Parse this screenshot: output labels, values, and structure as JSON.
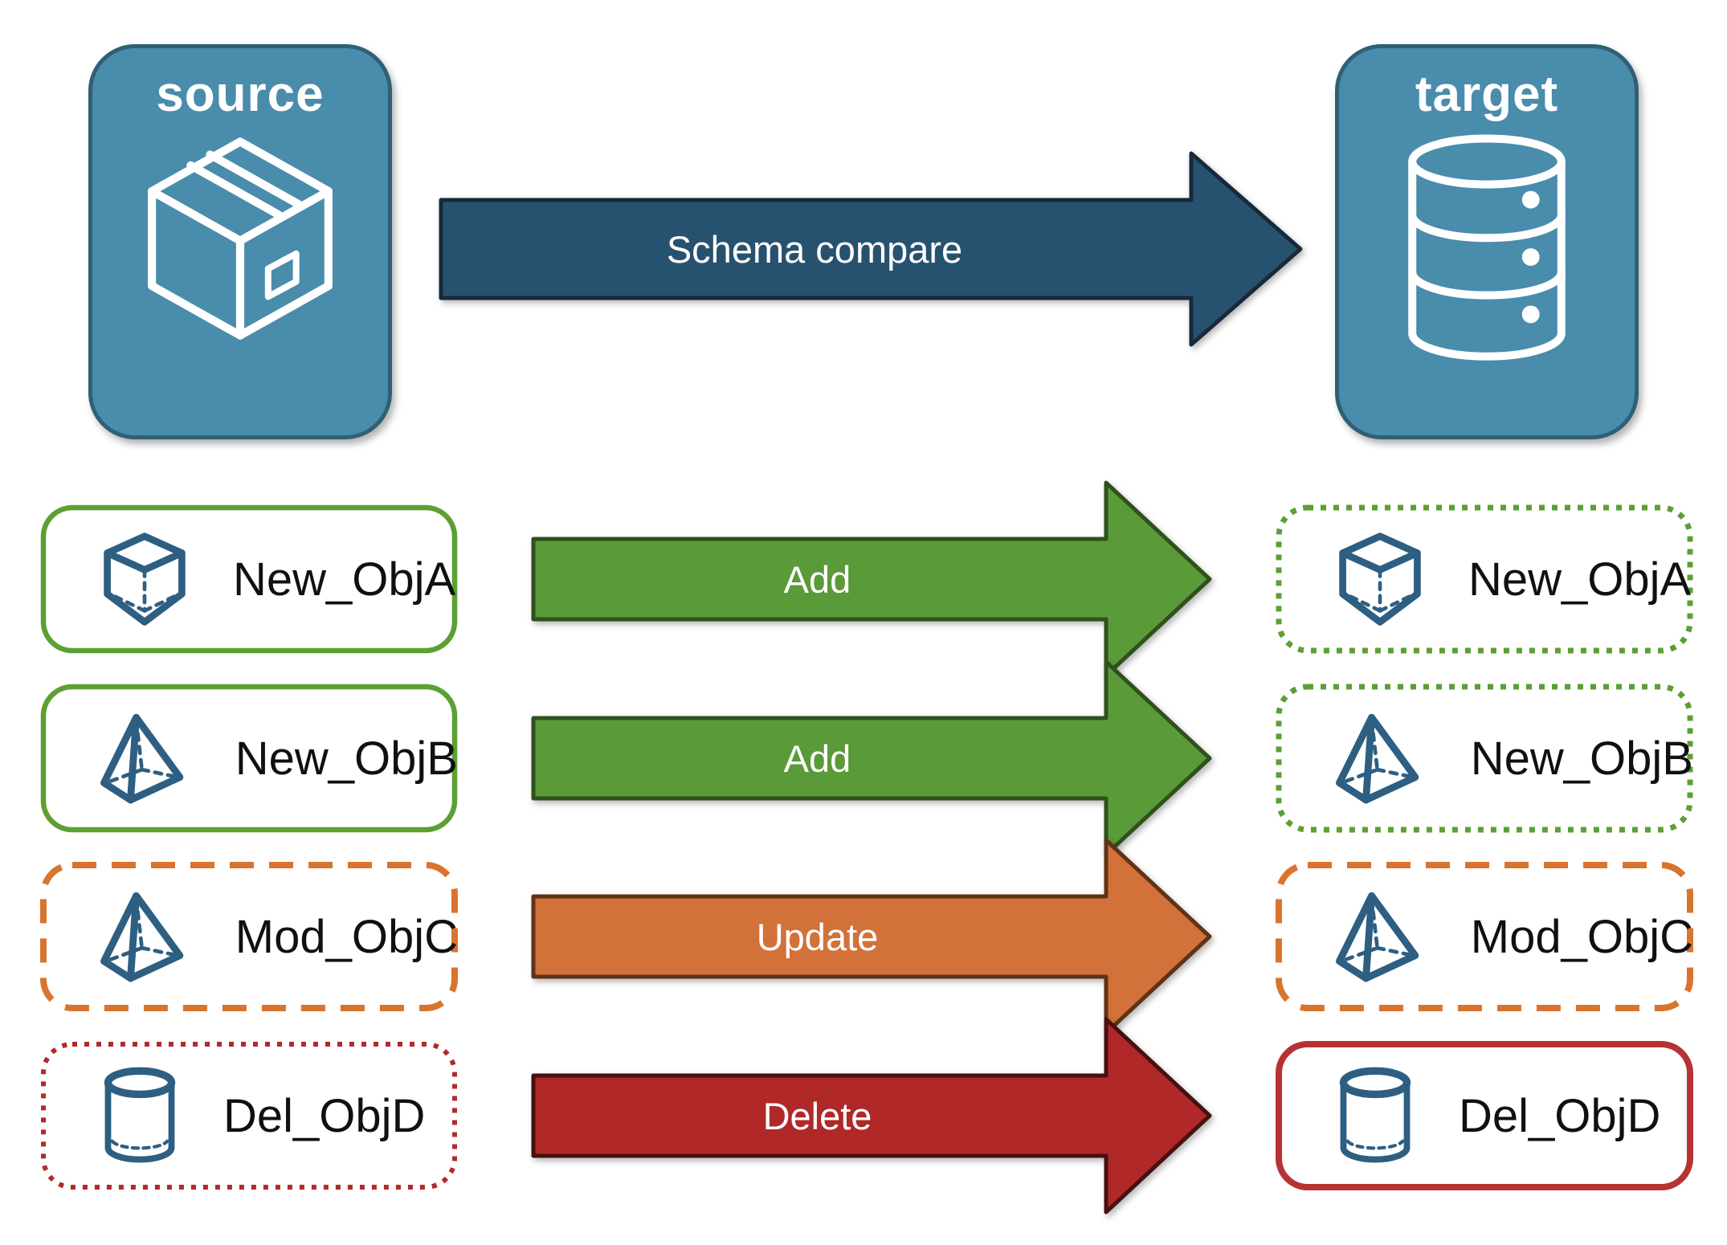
{
  "source": {
    "label": "source",
    "icon": "package-icon"
  },
  "target": {
    "label": "target",
    "icon": "database-icon"
  },
  "compare_arrow": {
    "label": "Schema compare"
  },
  "rows": [
    {
      "name": "New_ObjA",
      "icon": "cube-icon",
      "action": "Add",
      "source_border": "solid-green",
      "target_border": "dotted-green"
    },
    {
      "name": "New_ObjB",
      "icon": "pyramid-icon",
      "action": "Add",
      "source_border": "solid-green",
      "target_border": "dotted-green"
    },
    {
      "name": "Mod_ObjC",
      "icon": "pyramid-icon",
      "action": "Update",
      "source_border": "dashed-orange",
      "target_border": "dashed-orange"
    },
    {
      "name": "Del_ObjD",
      "icon": "cylinder-icon",
      "action": "Delete",
      "source_border": "dotted-red",
      "target_border": "solid-red"
    }
  ],
  "colors": {
    "panel_blue": "#4A8CAB",
    "panel_blue_border": "#2E6076",
    "icon_blue": "#2E5F82",
    "compare_arrow_fill": "#27526F",
    "compare_arrow_border": "#17293A",
    "add_arrow_fill": "#5B9A38",
    "add_arrow_border": "#2F511C",
    "update_arrow_fill": "#D2713A",
    "update_arrow_border": "#5E3317",
    "delete_arrow_fill": "#B02828",
    "delete_arrow_border": "#471111",
    "green_border": "#5CA033",
    "orange_border": "#D9742E",
    "red_dotted_border": "#B22A2A",
    "red_solid_border": "#B73233"
  }
}
